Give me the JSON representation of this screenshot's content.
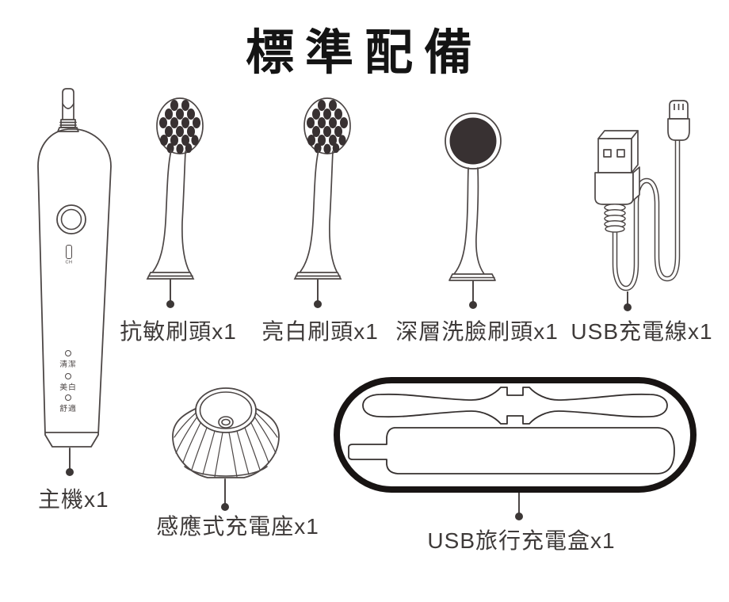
{
  "title": "標準配備",
  "items": [
    {
      "name": "main-unit",
      "label": "主機x1"
    },
    {
      "name": "brush-anti-sensitive",
      "label": "抗敏刷頭x1"
    },
    {
      "name": "brush-whitening",
      "label": "亮白刷頭x1"
    },
    {
      "name": "brush-face-cleansing",
      "label": "深層洗臉刷頭x1"
    },
    {
      "name": "usb-cable",
      "label": "USB充電線x1"
    },
    {
      "name": "charging-dock",
      "label": "感應式充電座x1"
    },
    {
      "name": "travel-case",
      "label": "USB旅行充電盒x1"
    }
  ],
  "main_unit": {
    "switch_label": "CH",
    "modes": [
      "清潔",
      "美白",
      "舒適"
    ]
  },
  "colors": {
    "line": "#4d4746",
    "dark_fill": "#383132",
    "text": "#3e3a39",
    "title": "#141414",
    "case_outline": "#181413"
  }
}
